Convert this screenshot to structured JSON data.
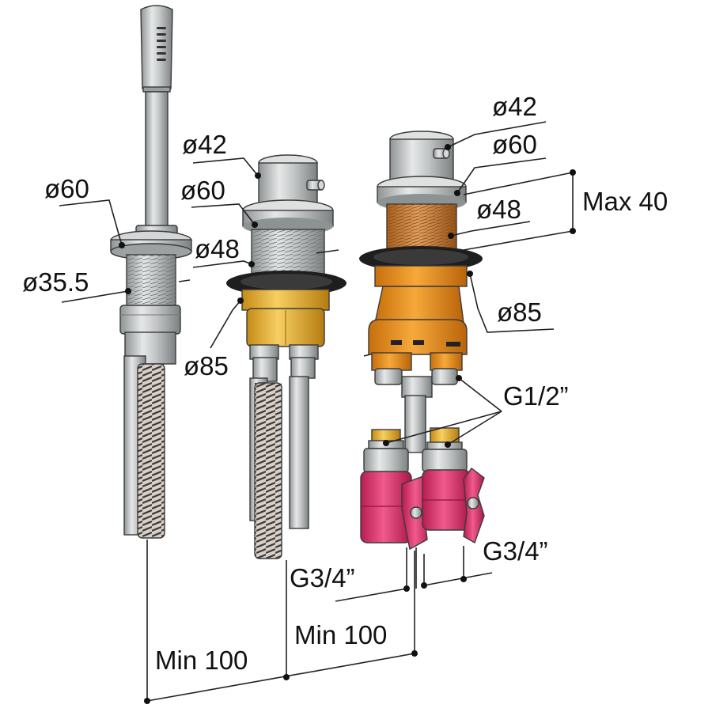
{
  "labels": {
    "shower_d60": "ø60",
    "shower_d35": "ø35.5",
    "div_d42": "ø42",
    "div_d60": "ø60",
    "div_d48": "ø48",
    "div_d85": "ø85",
    "mix_d42": "ø42",
    "mix_d60": "ø60",
    "mix_d48": "ø48",
    "mix_d85": "ø85",
    "max40": "Max 40",
    "g12": "G1/2”",
    "g34_left": "G3/4”",
    "g34_right": "G3/4”",
    "min100_left": "Min 100",
    "min100_right": "Min 100"
  },
  "colors": {
    "chrome": "#b9bcbd",
    "brass": "#e8b43a",
    "thread_copper": "#c9823c",
    "body_orange": "#e8901e",
    "valve_pink": "#e0356c",
    "gasket": "#1e1e1e"
  }
}
